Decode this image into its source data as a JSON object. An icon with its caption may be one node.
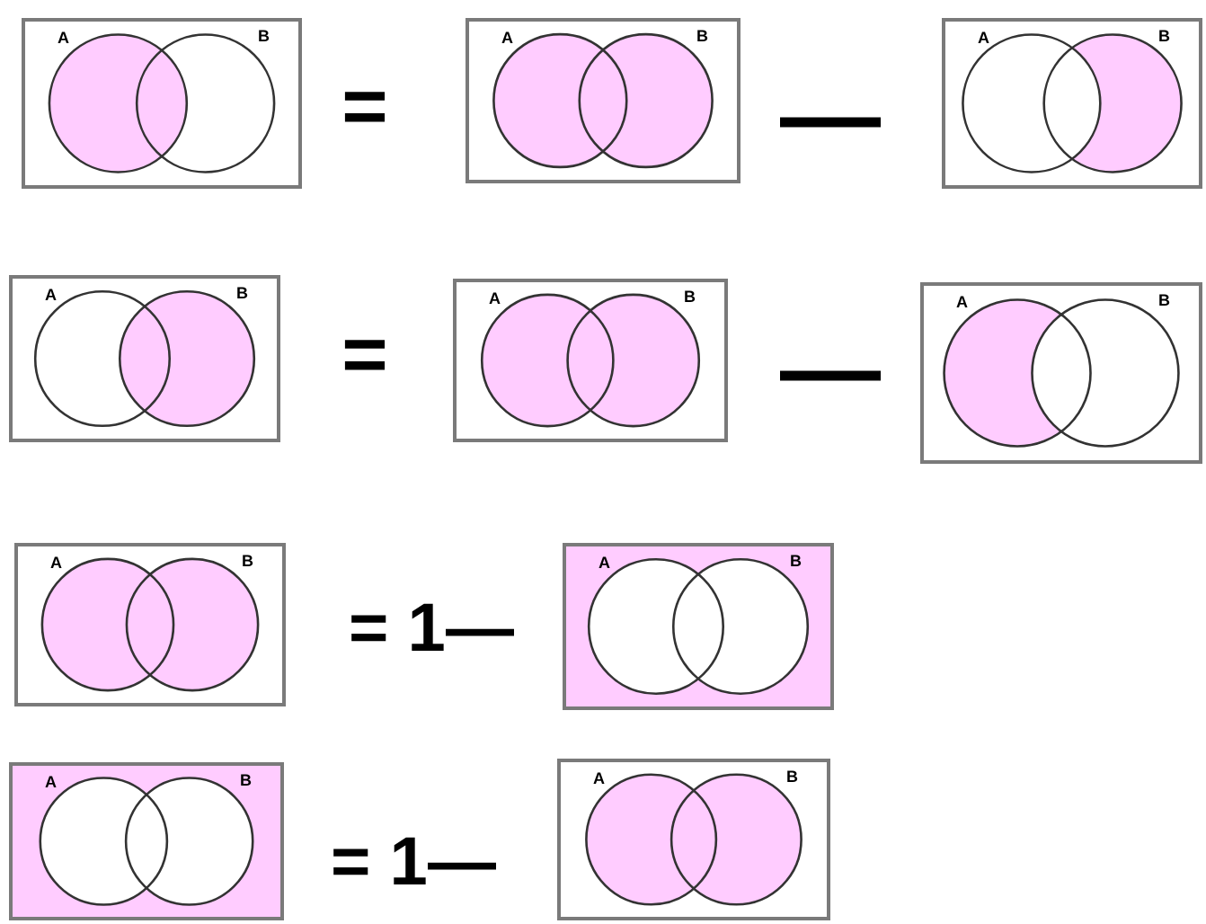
{
  "diagram": {
    "nodes": [
      {
        "text": [
          "A",
          "B"
        ]
      },
      {
        "text": [
          "A",
          "B"
        ]
      },
      {
        "text": [
          "A",
          "B"
        ]
      },
      {
        "text": [
          "A",
          "B"
        ]
      },
      {
        "text": [
          "A",
          "B"
        ]
      },
      {
        "text": [
          "A",
          "B"
        ]
      },
      {
        "text": [
          "A",
          "B"
        ]
      },
      {
        "text": [
          "A",
          "B"
        ]
      },
      {
        "text": [
          "A",
          "B"
        ]
      },
      {
        "text": [
          "A",
          "B"
        ]
      }
    ],
    "labels": [
      "=",
      "—",
      "=",
      "—",
      "= 1—",
      "= 1—"
    ]
  }
}
